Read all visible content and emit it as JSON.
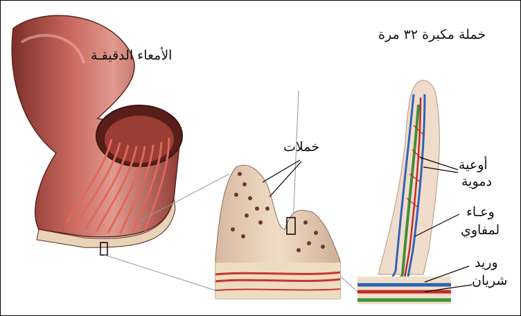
{
  "labels": {
    "small_intestine": "الأمعاء الدقيقـة",
    "villus_magnified": "خملة مكبرة ٣٢ مرة",
    "villi": "خملات",
    "blood_vessels_1": "أوعية",
    "blood_vessels_2": "دموية",
    "lymph_vessel_1": "وعـاء",
    "lymph_vessel_2": "لمفاوي",
    "vein": "وريد",
    "artery": "شريان"
  },
  "colors": {
    "intestine": "#b5504a",
    "intestine_dark": "#7a2a24",
    "fold": "#c8493e",
    "villus_tissue": "#e8c9a8",
    "vein": "#2f63b5",
    "artery": "#c42a2a",
    "lymph": "#3f8f3a"
  }
}
